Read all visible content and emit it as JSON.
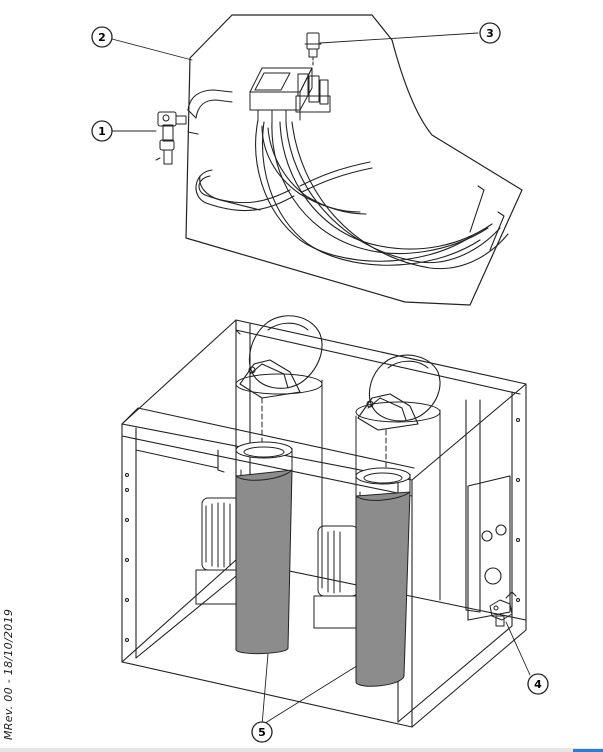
{
  "revision_text": "MRev. 00 - 18/10/2019",
  "callouts": [
    {
      "label": "1"
    },
    {
      "label": "2"
    },
    {
      "label": "3"
    },
    {
      "label": "4"
    },
    {
      "label": "5"
    }
  ]
}
